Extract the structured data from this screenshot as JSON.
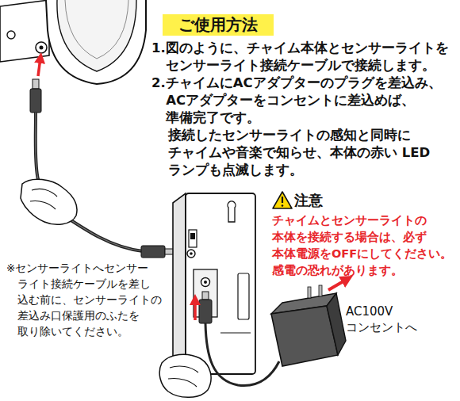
{
  "diagram": {
    "title": "ご使用方法",
    "labels": [
      "1.図のように、チャイム本体とセンサーライトを センサーライト接続ケーブルで接続します。",
      "2.チャイムにACアダプターのプラグを差込み、 ACアダプターをコンセントに差込めば、 準備完了です。",
      "接続したセンサーライトの感知と同時に チャイムや音楽で知らせ、本体の赤い LED ランプも点滅します。",
      "注意",
      "チャイムとセンサーライトの 本体を接続する場合は、必ず 本体電源をOFFにしてください。 感電の恐れがあります。",
      "※センサーライトへセンサー ライト接続ケーブルを差し 込む前に、センサーライトの 差込み口保護用のふたを 取り除いてください。",
      "AC100V コンセントへ"
    ]
  }
}
